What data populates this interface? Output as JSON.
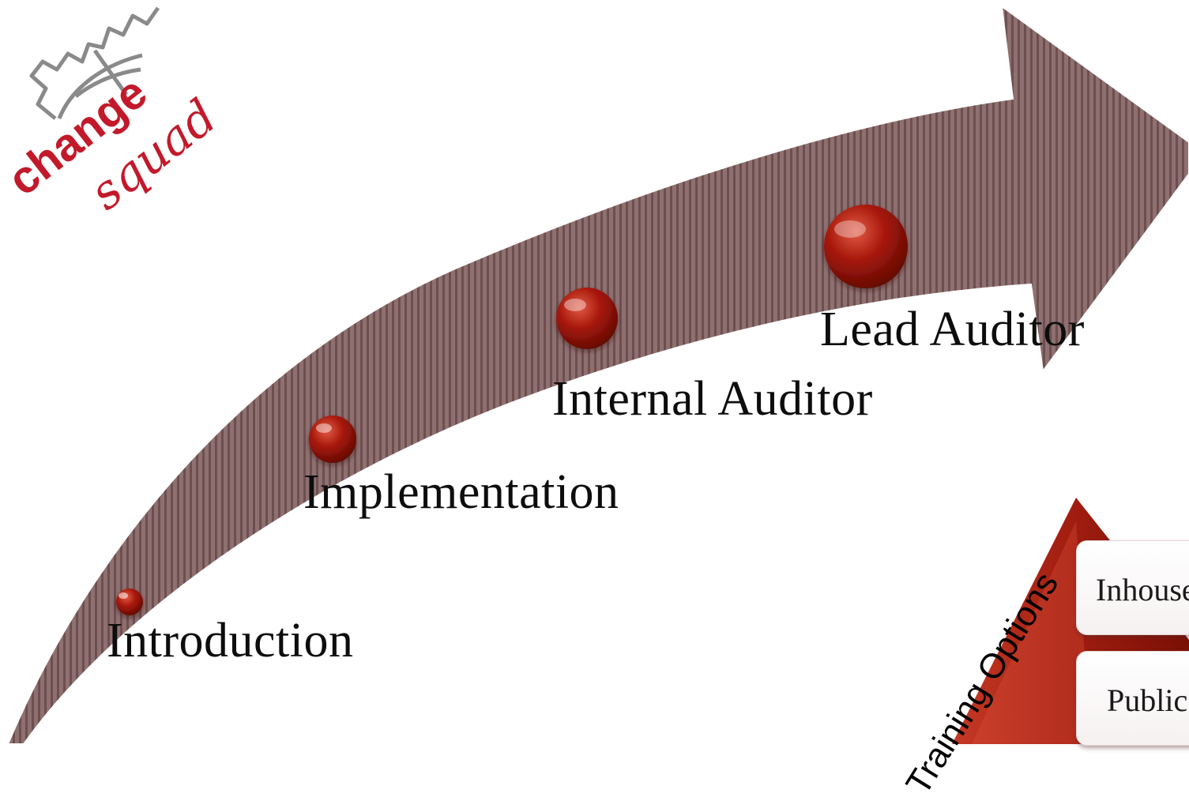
{
  "logo": {
    "word_1": "change",
    "word_2": "squad"
  },
  "stages": [
    {
      "label": "Introduction"
    },
    {
      "label": "Implementation"
    },
    {
      "label": "Internal Auditor"
    },
    {
      "label": "Lead Auditor"
    }
  ],
  "options": {
    "title": "Training Options",
    "items": [
      {
        "label": "Inhouse"
      },
      {
        "label": "Public"
      }
    ]
  },
  "colors": {
    "arrow": "#8b6b6b",
    "arrow_stripe": "#6f5050",
    "bead": "#a31a0c",
    "bead_dark": "#6a0b04",
    "pyramid": "#b52a1a",
    "logo_red": "#c21a2b",
    "logo_gray": "#7a7a7a"
  }
}
